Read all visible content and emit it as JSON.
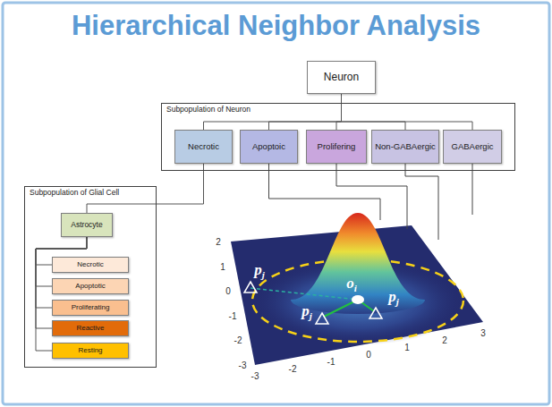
{
  "diagram": {
    "title": "Hierarchical Neighbor Analysis",
    "nodes": [
      {
        "text": [
          "Neuron"
        ]
      },
      {
        "text": [
          "Subpopulation of Neuron"
        ]
      },
      {
        "text": [
          "Necrotic"
        ],
        "in": 1
      },
      {
        "text": [
          "Apoptoic"
        ],
        "in": 1
      },
      {
        "text": [
          "Prolifering"
        ],
        "in": 1
      },
      {
        "text": [
          "Non-GABAergic"
        ],
        "in": 1
      },
      {
        "text": [
          "GABAergic"
        ],
        "in": 1
      },
      {
        "text": [
          "Subpopulation of Glial Cell"
        ]
      },
      {
        "text": [
          "Astrocyte"
        ],
        "in": 7
      },
      {
        "text": [
          "Necrotic"
        ],
        "in": 7
      },
      {
        "text": [
          "Apoptotic"
        ],
        "in": 7
      },
      {
        "text": [
          "Proliferating"
        ],
        "in": 7
      },
      {
        "text": [
          "Reactive"
        ],
        "in": 7
      },
      {
        "text": [
          "Resting"
        ],
        "in": 7
      }
    ],
    "edges": [
      {
        "from": 0,
        "to": 2,
        "arrow": "none"
      },
      {
        "from": 0,
        "to": 3,
        "arrow": "none"
      },
      {
        "from": 0,
        "to": 4,
        "arrow": "none"
      },
      {
        "from": 0,
        "to": 5,
        "arrow": "none"
      },
      {
        "from": 0,
        "to": 6,
        "arrow": "none"
      },
      {
        "from": 2,
        "to": 8,
        "arrow": "none"
      },
      {
        "from": 8,
        "to": 9,
        "arrow": "none"
      },
      {
        "from": 8,
        "to": 10,
        "arrow": "none"
      },
      {
        "from": 8,
        "to": 11,
        "arrow": "none"
      },
      {
        "from": 8,
        "to": 12,
        "arrow": "none"
      },
      {
        "from": 8,
        "to": 13,
        "arrow": "none"
      }
    ],
    "labels": [
      "pj",
      "oi",
      "pj",
      "pj",
      "2",
      "1",
      "0",
      "-1",
      "-2",
      "-3",
      "-3",
      "-2",
      "-1",
      "0",
      "1",
      "2",
      "3"
    ]
  }
}
